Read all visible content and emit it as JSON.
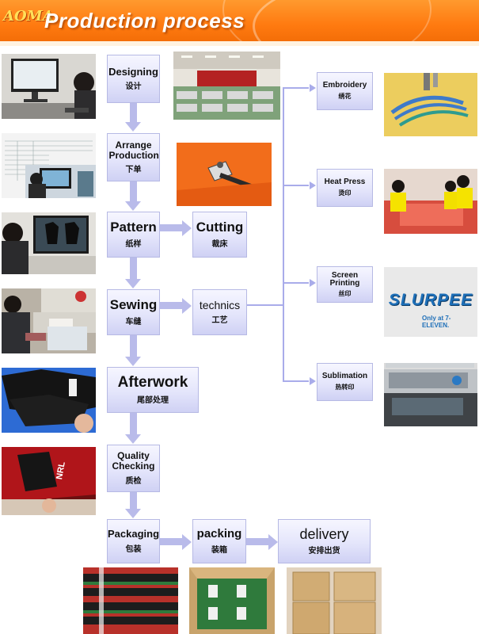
{
  "header": {
    "logo": "AOMA",
    "title": "Production process"
  },
  "steps": {
    "designing": {
      "en": "Designing",
      "cn": "设计"
    },
    "arrange": {
      "en": "Arrange Production",
      "cn": "下单"
    },
    "pattern": {
      "en": "Pattern",
      "cn": "纸样"
    },
    "cutting": {
      "en": "Cutting",
      "cn": "裁床"
    },
    "sewing": {
      "en": "Sewing",
      "cn": "车缝"
    },
    "technics": {
      "en": "technics",
      "cn": "工艺"
    },
    "afterwork": {
      "en": "Afterwork",
      "cn": "尾部处理"
    },
    "quality": {
      "en": "Quality Checking",
      "cn": "质检"
    },
    "packaging": {
      "en": "Packaging",
      "cn": "包装"
    },
    "packing": {
      "en": "packing",
      "cn": "装箱"
    },
    "delivery": {
      "en": "delivery",
      "cn": "安排出货"
    }
  },
  "technics_branches": {
    "embroidery": {
      "en": "Embroidery",
      "cn": "绣花"
    },
    "heat_press": {
      "en": "Heat Press",
      "cn": "烫印"
    },
    "screen_printing": {
      "en": "Screen Printing",
      "cn": "丝印"
    },
    "sublimation": {
      "en": "Sublimation",
      "cn": "热转印"
    }
  },
  "photo_text": {
    "slurpee": "SLURPEE",
    "seven_eleven": "Only at 7-ELEVEN."
  },
  "colors": {
    "header_orange": "#ff7a10",
    "box_lavender": "#e4e5fb",
    "arrow": "#b9bbea"
  }
}
